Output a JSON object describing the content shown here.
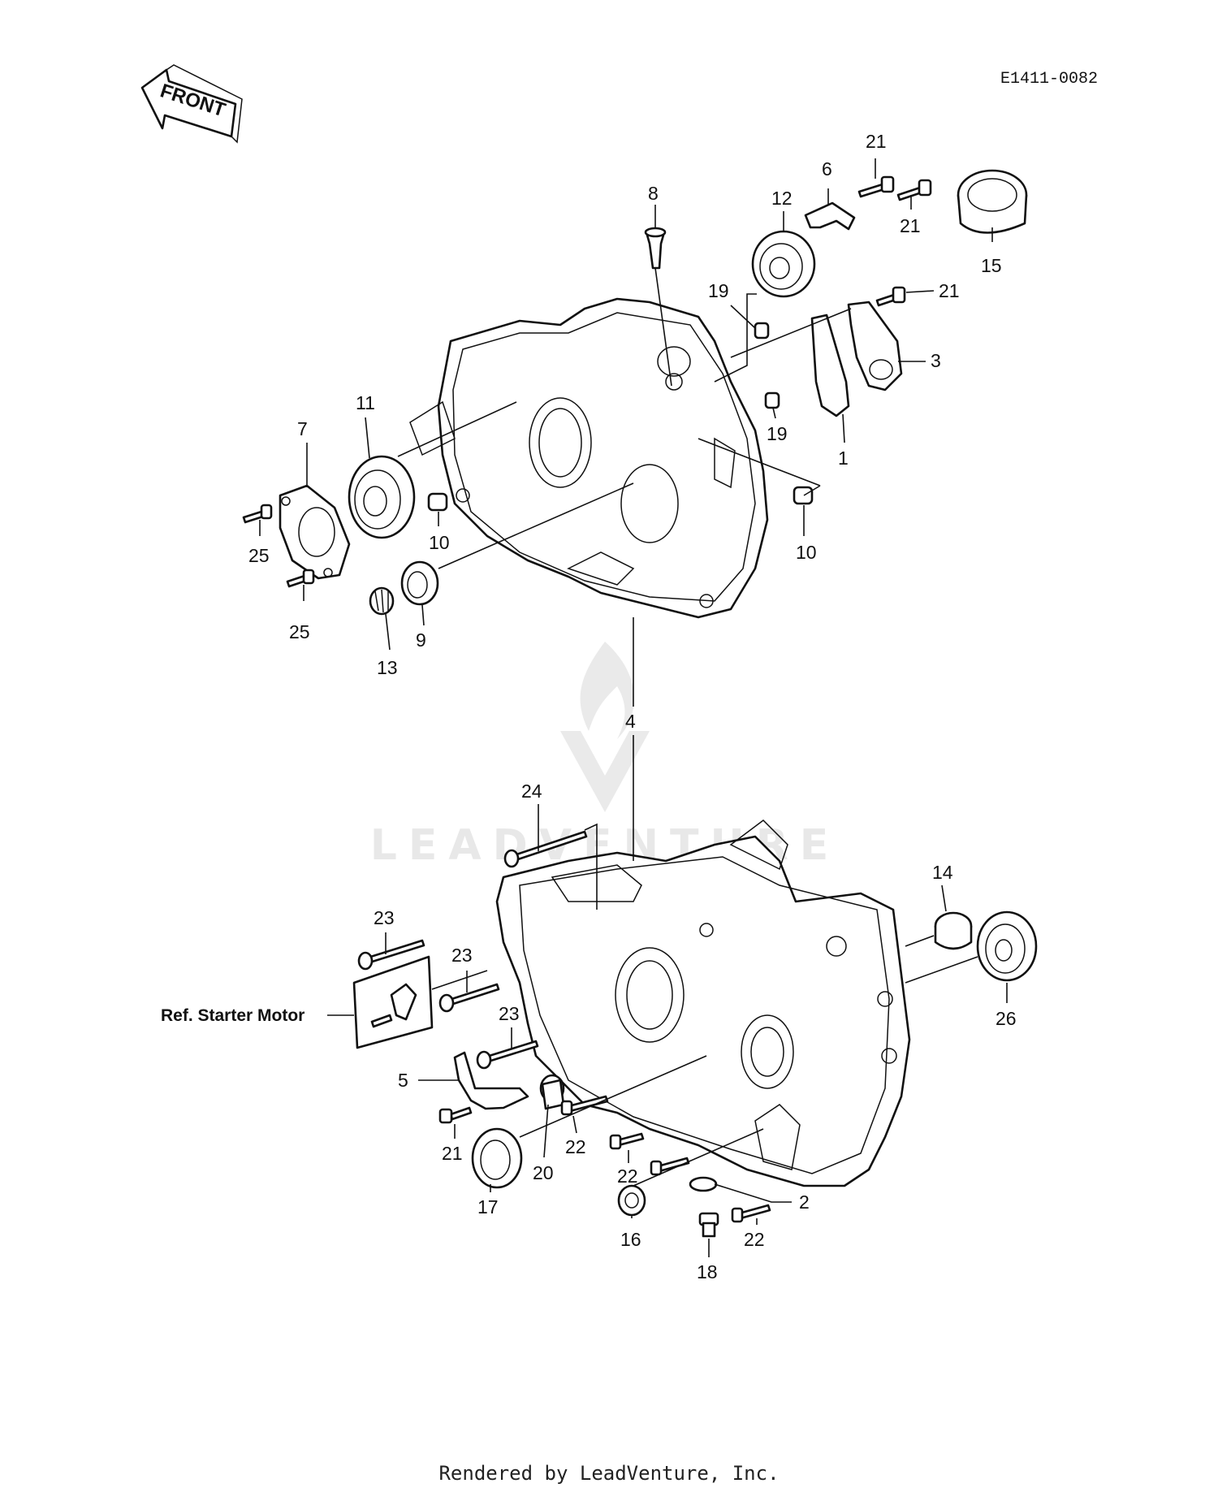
{
  "diagram_code": "E1411-0082",
  "front_label": "FRONT",
  "ref_label": "Ref. Starter Motor",
  "watermark": "LEADVENTURE",
  "footer": "Rendered by LeadVenture, Inc.",
  "callouts": [
    "1",
    "2",
    "3",
    "4",
    "5",
    "6",
    "7",
    "8",
    "9",
    "10",
    "11",
    "12",
    "13",
    "14",
    "15",
    "16",
    "17",
    "18",
    "19",
    "20",
    "21",
    "22",
    "23",
    "24",
    "25",
    "26"
  ]
}
